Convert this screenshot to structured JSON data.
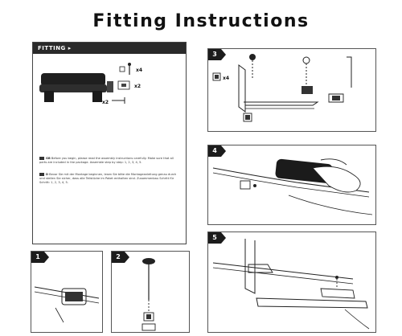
{
  "page": {
    "title": "Fitting Instructions"
  },
  "fitting": {
    "header": "FITTING",
    "quantities": [
      "x4",
      "x2",
      "x2"
    ],
    "text_en_label": "GB",
    "text_en": "Before you begin, please read the assembly instructions carefully. Make sure that all parts are included in the package. Assemble step by step: 1, 2, 3, 4, 5.",
    "text_de_label": "D",
    "text_de": "Bevor Sie mit der Montage beginnen, lesen Sie bitte die Montageanleitung genau durch und stellen Sie sicher, dass alle Teilstücke im Paket enthalten sind. Zusammenbau Schritt für Schritt: 1, 2, 3, 4, 5."
  },
  "steps": [
    {
      "number": "1"
    },
    {
      "number": "2"
    },
    {
      "number": "3",
      "quantity": "x4"
    },
    {
      "number": "4"
    },
    {
      "number": "5"
    }
  ]
}
